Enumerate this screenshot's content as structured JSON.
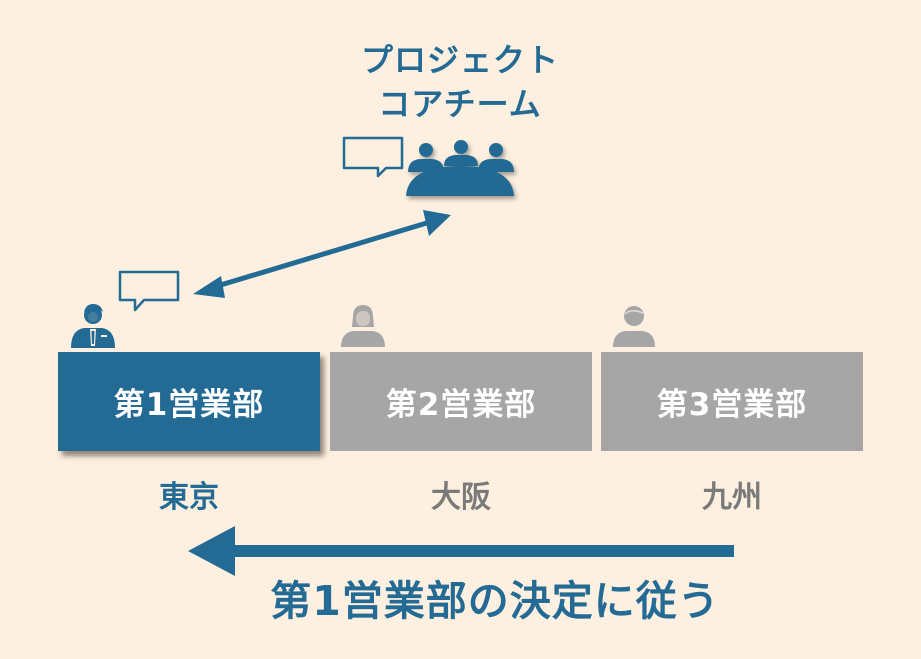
{
  "core_team": {
    "title_line1": "プロジェクト",
    "title_line2": "コアチーム",
    "icon": "team-meeting-icon",
    "speech_icon": "speech-bubble-icon"
  },
  "connector": {
    "type": "bidirectional-arrow",
    "between": [
      "core_team",
      "第1営業部"
    ]
  },
  "departments": [
    {
      "label": "第1営業部",
      "location": "東京",
      "status": "active",
      "person_icon": "businessman-icon",
      "has_speech": true
    },
    {
      "label": "第2営業部",
      "location": "大阪",
      "status": "inactive",
      "person_icon": "woman-icon",
      "has_speech": false
    },
    {
      "label": "第3営業部",
      "location": "九州",
      "status": "inactive",
      "person_icon": "man-icon",
      "has_speech": false
    }
  ],
  "bottom": {
    "arrow_direction": "left",
    "caption": "第1営業部の決定に従う"
  },
  "colors": {
    "background": "#fdf0e0",
    "accent": "#236a94",
    "inactive_box": "#a6a6a6",
    "inactive_text": "#7a7a7a"
  }
}
